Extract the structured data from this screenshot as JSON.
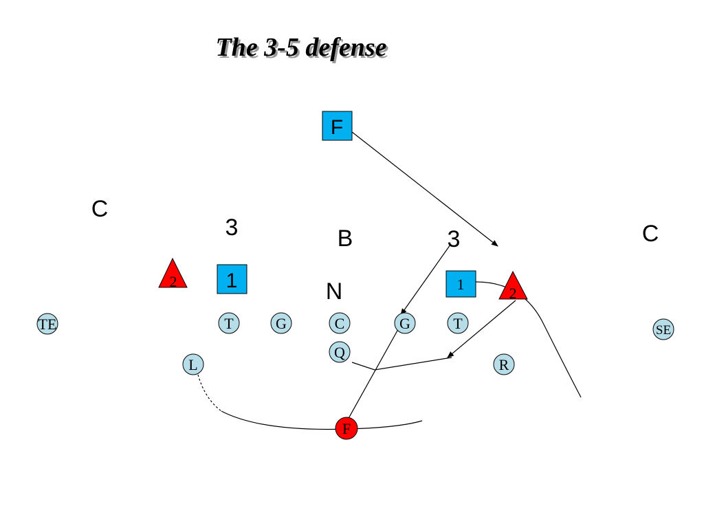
{
  "title": "The 3-5 defense",
  "colors": {
    "defender_box": "#00b0f0",
    "defender_triangle": "#ff0000",
    "offense_circle": "#b7dde8",
    "fullback_circle": "#ff0000",
    "line": "#000000"
  },
  "defense": {
    "free_safety": "F",
    "corner_left": "C",
    "corner_right": "C",
    "linebacker_left": "3",
    "linebacker_middle": "B",
    "linebacker_right": "3",
    "end_left": "2",
    "end_right": "2",
    "tackle_left": "1",
    "tackle_right": "1",
    "nose": "N"
  },
  "offense": {
    "tight_end": "TE",
    "tackle_left": "T",
    "guard_left": "G",
    "center": "C",
    "guard_right": "G",
    "tackle_right": "T",
    "split_end": "SE",
    "quarterback": "Q",
    "left_back": "L",
    "right_back": "R",
    "fullback": "F"
  }
}
